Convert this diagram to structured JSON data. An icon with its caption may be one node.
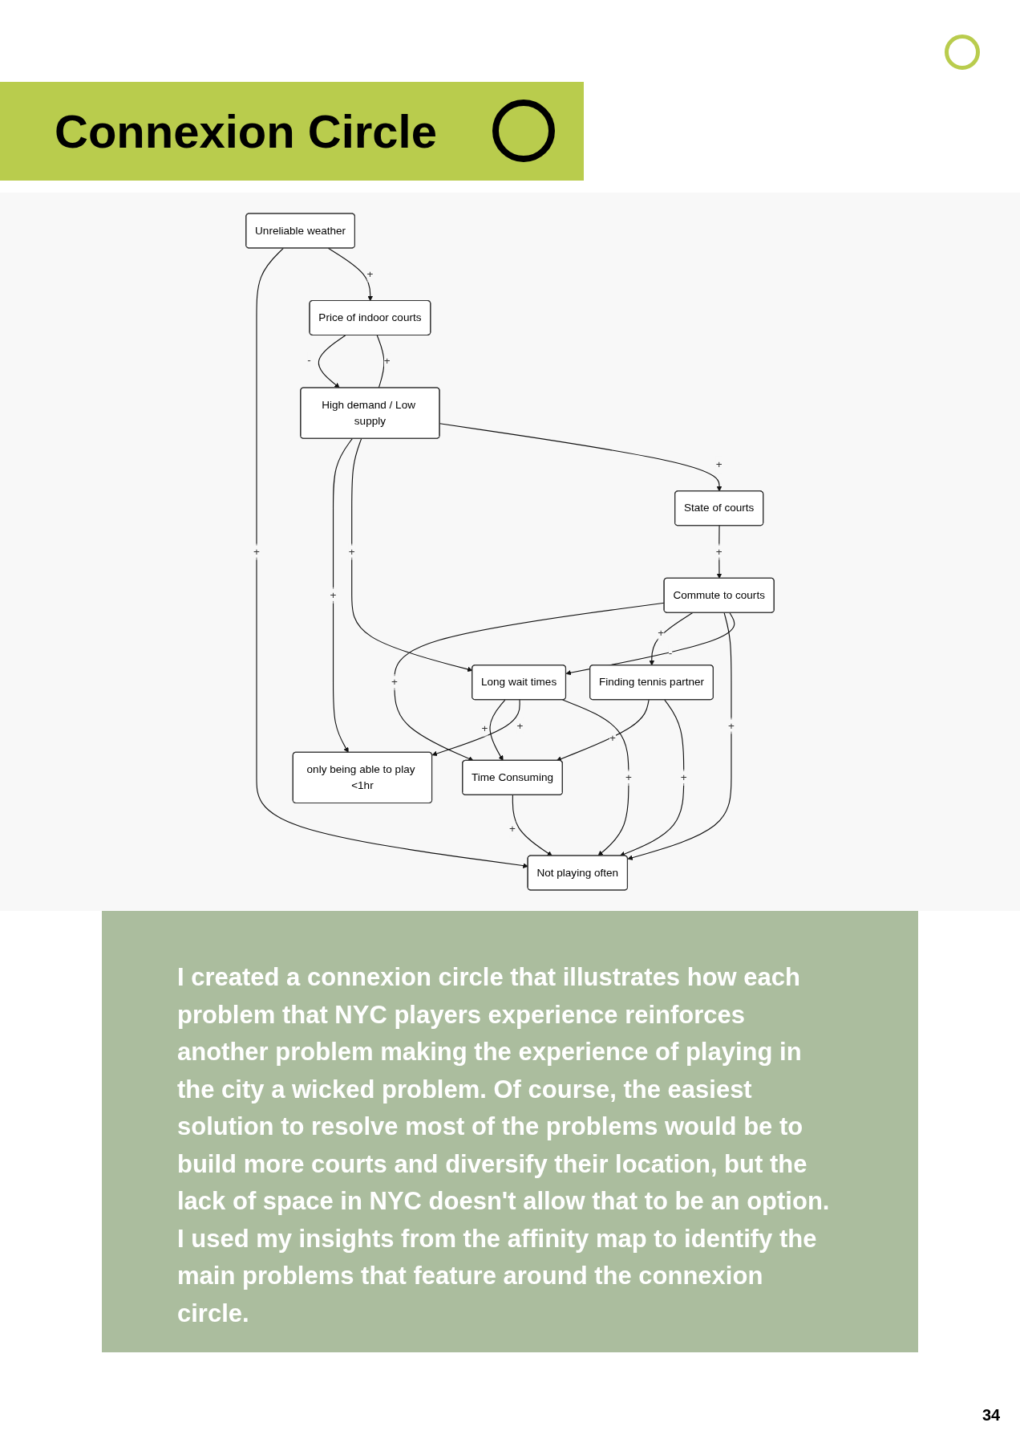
{
  "diagram": {
    "title": "Connexion Circle",
    "caption": "I created a connexion circle that illustrates how each problem that NYC players experience reinforces another problem making the experience of playing in the city a wicked problem. Of course, the easiest solution to resolve most of the problems would be to build more courts and diversify their location, but the lack of space in NYC doesn't allow that to be an option. I used my insights from the affinity map to identify the main problems that feature around the connexion circle.",
    "nodes": [
      {
        "text": [
          "Time Consuming"
        ]
      },
      {
        "text": [
          "Long wait times"
        ]
      },
      {
        "text": [
          "Commute to courts"
        ]
      },
      {
        "text": [
          "High demand / Low supply"
        ]
      },
      {
        "text": [
          "State of courts"
        ]
      },
      {
        "text": [
          "Unreliable weather"
        ]
      },
      {
        "text": [
          "Price of indoor courts"
        ]
      },
      {
        "text": [
          "Not playing often"
        ]
      },
      {
        "text": [
          "Finding tennis partner"
        ]
      },
      {
        "text": [
          "only being able to play <1hr"
        ]
      }
    ],
    "edges": [
      {
        "from": 8,
        "to": 0,
        "arrow": "to",
        "label": "+"
      },
      {
        "from": 0,
        "to": 7,
        "arrow": "to",
        "label": "+"
      },
      {
        "from": 1,
        "to": 0,
        "arrow": "to",
        "label": "+"
      },
      {
        "from": 2,
        "to": 0,
        "arrow": "to",
        "label": "+"
      },
      {
        "from": 1,
        "to": 9,
        "arrow": "to",
        "label": "+"
      },
      {
        "from": 3,
        "to": 9,
        "arrow": "to",
        "label": "+"
      },
      {
        "from": 2,
        "to": 8,
        "arrow": "to",
        "label": "+"
      },
      {
        "from": 8,
        "to": 7,
        "arrow": "to",
        "label": "+"
      },
      {
        "from": 1,
        "to": 7,
        "arrow": "to",
        "label": "+"
      },
      {
        "from": 2,
        "to": 7,
        "arrow": "to",
        "label": "+"
      },
      {
        "from": 5,
        "to": 7,
        "arrow": "to",
        "label": "+"
      },
      {
        "from": 5,
        "to": 6,
        "arrow": "to",
        "label": "+"
      },
      {
        "from": 6,
        "to": 3,
        "arrow": "to",
        "label": "-"
      },
      {
        "from": 6,
        "to": 3,
        "arrow": "none",
        "label": "+"
      },
      {
        "from": 4,
        "to": 2,
        "arrow": "to",
        "label": "+"
      },
      {
        "from": 3,
        "to": 1,
        "arrow": "to",
        "label": "+"
      },
      {
        "from": 2,
        "to": 1,
        "arrow": "to",
        "label": "-"
      },
      {
        "from": 3,
        "to": 4,
        "arrow": "to",
        "label": "+"
      }
    ],
    "labels": [
      "34"
    ]
  }
}
